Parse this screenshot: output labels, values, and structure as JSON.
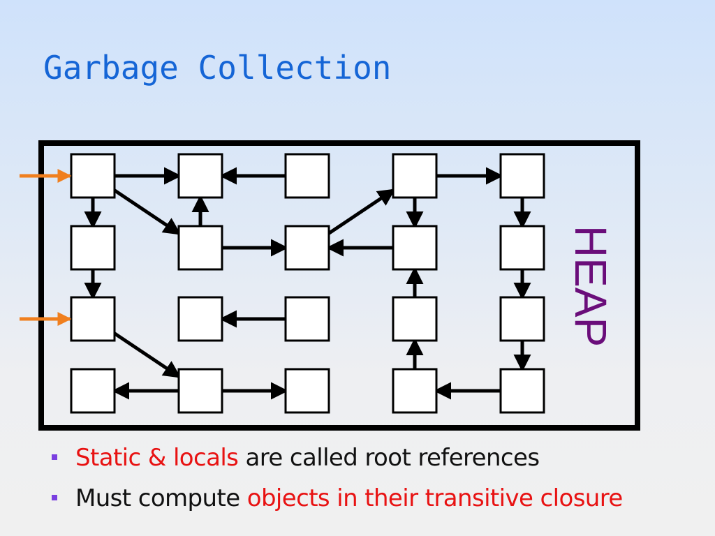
{
  "slide": {
    "title": "Garbage Collection"
  },
  "diagram": {
    "heap_label": "HEAP",
    "colors": {
      "root_arrow": "#f07f1e",
      "heap_label": "#6a0d7a",
      "border": "#000000",
      "node_fill": "#ffffff"
    },
    "nodes": [
      {
        "id": "A1"
      },
      {
        "id": "A2"
      },
      {
        "id": "A3"
      },
      {
        "id": "A4"
      },
      {
        "id": "A5"
      },
      {
        "id": "B1"
      },
      {
        "id": "B2"
      },
      {
        "id": "B3"
      },
      {
        "id": "B4"
      },
      {
        "id": "B5"
      },
      {
        "id": "C1"
      },
      {
        "id": "C2"
      },
      {
        "id": "C3"
      },
      {
        "id": "C4"
      },
      {
        "id": "C5"
      },
      {
        "id": "D1"
      },
      {
        "id": "D2"
      },
      {
        "id": "D3"
      },
      {
        "id": "D4"
      },
      {
        "id": "D5"
      }
    ],
    "edges": [
      [
        "A1",
        "A2"
      ],
      [
        "A1",
        "B2"
      ],
      [
        "A1",
        "B1"
      ],
      [
        "A3",
        "A2"
      ],
      [
        "B2",
        "A2"
      ],
      [
        "B2",
        "B3"
      ],
      [
        "B3",
        "A4"
      ],
      [
        "A4",
        "A5"
      ],
      [
        "A4",
        "B4"
      ],
      [
        "B4",
        "B3"
      ],
      [
        "A5",
        "B5"
      ],
      [
        "B1",
        "C1"
      ],
      [
        "C1",
        "D2"
      ],
      [
        "C3",
        "C2"
      ],
      [
        "D2",
        "D1"
      ],
      [
        "D2",
        "D3"
      ],
      [
        "C4",
        "B4"
      ],
      [
        "D4",
        "C4"
      ],
      [
        "B5",
        "C5"
      ],
      [
        "C5",
        "D5"
      ],
      [
        "D5",
        "D4"
      ]
    ],
    "roots": [
      "A1",
      "C1"
    ]
  },
  "bullets": [
    {
      "parts": [
        {
          "text": "Static & locals",
          "highlight": true
        },
        {
          "text": " are called root references",
          "highlight": false
        }
      ]
    },
    {
      "parts": [
        {
          "text": "Must compute ",
          "highlight": false
        },
        {
          "text": "objects in their transitive closure",
          "highlight": true
        }
      ]
    }
  ]
}
